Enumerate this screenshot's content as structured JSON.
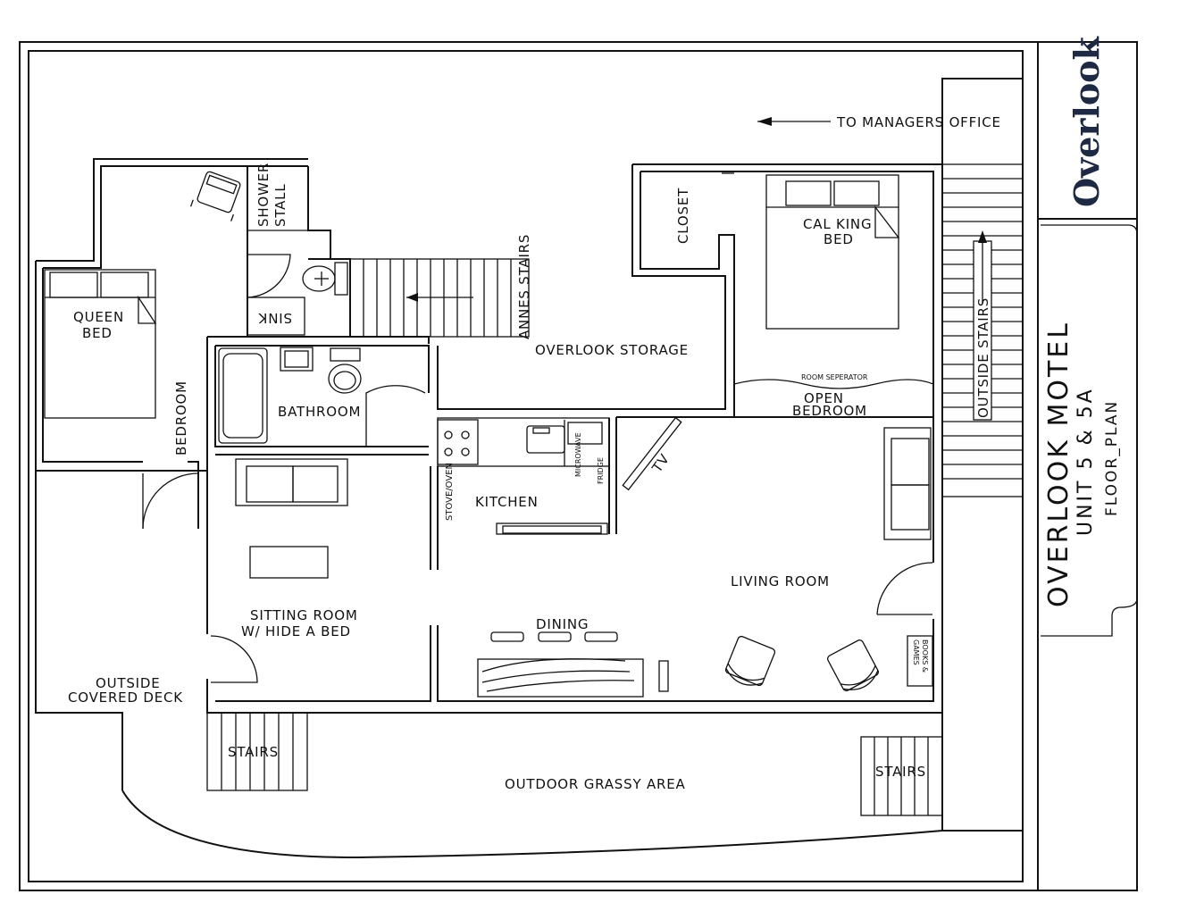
{
  "title_block": {
    "logo": "Overlook",
    "motel_name": "OVERLOOK MOTEL",
    "unit": "UNIT 5 & 5A",
    "sheet": "FLOOR_PLAN"
  },
  "rooms": {
    "queen_bed": [
      "QUEEN",
      "BED"
    ],
    "bedroom": "BEDROOM",
    "shower_stall": [
      "SHOWER",
      "STALL"
    ],
    "sink": "SINK",
    "annes_stairs": "ANNES STAIRS",
    "overlook_storage": "OVERLOOK STORAGE",
    "bathroom": "BATHROOM",
    "closet": "CLOSET",
    "cal_king_bed": [
      "CAL  KING",
      "BED"
    ],
    "room_separator": "ROOM SEPERATOR",
    "open_bedroom": [
      "OPEN",
      "BEDROOM"
    ],
    "to_managers_office": "TO MANAGERS OFFICE",
    "outside_stairs": "OUTSIDE STAIRS",
    "stove_oven": "STOVE/OVEN",
    "microwave": "MICROWAVE",
    "fridge": "FRIDGE",
    "kitchen": "KITCHEN",
    "tv": "TV",
    "living_room": "LIVING ROOM",
    "sitting_room": [
      "SITTING ROOM",
      "W/ HIDE A BED"
    ],
    "dining": "DINING",
    "books_games": [
      "BOOKS &",
      "GAMES"
    ],
    "outside_deck": [
      "OUTSIDE",
      "COVERED DECK"
    ],
    "stairs_left": "STAIRS",
    "stairs_right": "STAIRS",
    "outdoor_grassy": "OUTDOOR  GRASSY  AREA"
  }
}
